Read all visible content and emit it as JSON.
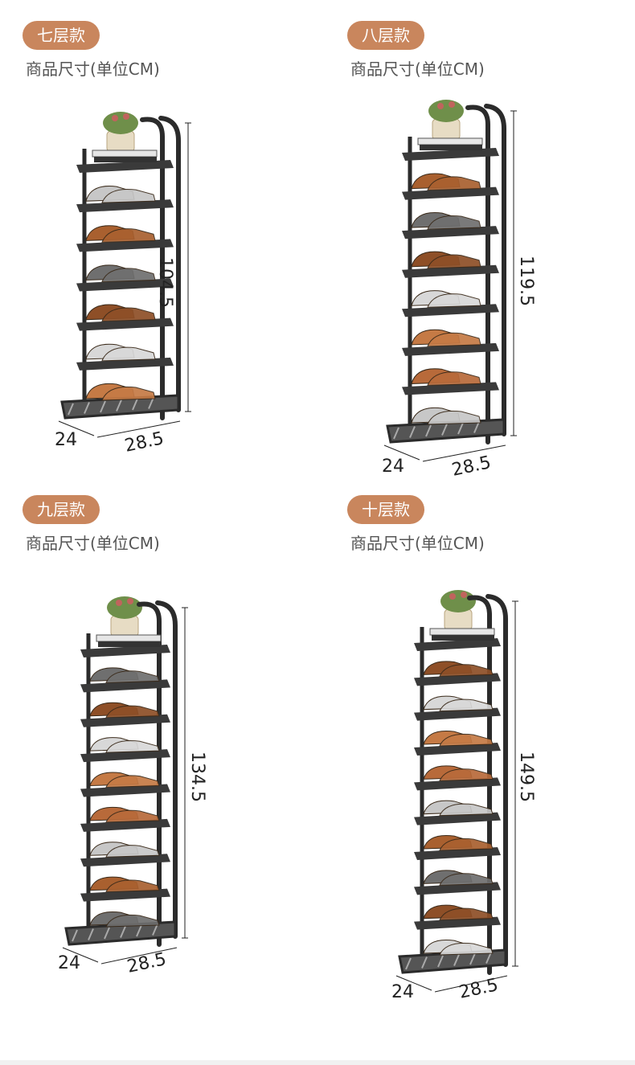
{
  "colors": {
    "badge": "#c9865d",
    "frame": "#2b2b2b",
    "shelf": "#3a3a3a",
    "dimension": "#222222"
  },
  "variants": [
    {
      "badge": "七层款",
      "subtitle": "商品尺寸(单位CM)",
      "tiers": 7,
      "height": "104.5",
      "depth": "24",
      "width": "28.5"
    },
    {
      "badge": "八层款",
      "subtitle": "商品尺寸(单位CM)",
      "tiers": 8,
      "height": "119.5",
      "depth": "24",
      "width": "28.5"
    },
    {
      "badge": "九层款",
      "subtitle": "商品尺寸(单位CM)",
      "tiers": 9,
      "height": "134.5",
      "depth": "24",
      "width": "28.5"
    },
    {
      "badge": "十层款",
      "subtitle": "商品尺寸(单位CM)",
      "tiers": 10,
      "height": "149.5",
      "depth": "24",
      "width": "28.5"
    }
  ]
}
